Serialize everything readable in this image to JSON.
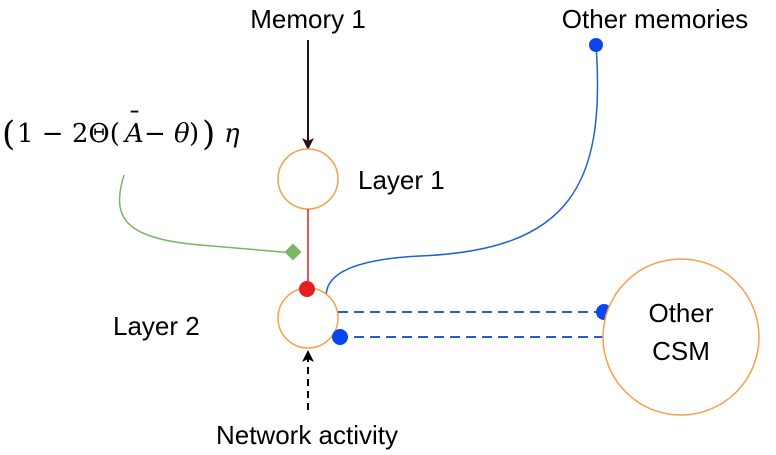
{
  "labels": {
    "memory1": "Memory 1",
    "other_memories": "Other memories",
    "layer1": "Layer 1",
    "layer2": "Layer 2",
    "other_csm_line1": "Other",
    "other_csm_line2": "CSM",
    "network_activity": "Network activity"
  },
  "formula": {
    "open_paren": "(",
    "one_minus_two": "1 − 2Θ(",
    "a_symbol": "A",
    "a_bar": "¯",
    "minus_theta": " − θ",
    "close_inner": ")",
    "close_paren": ")",
    "eta": "η"
  },
  "colors": {
    "neuron_outline": "#f5a04a",
    "memory_arrow": "#2a0f1e",
    "synapse_red": "#e81e1e",
    "modulator_green": "#7db565",
    "connection_blue": "#1f5fd8",
    "dot_blue": "#0b45f0",
    "network_arrow": "#000000"
  }
}
